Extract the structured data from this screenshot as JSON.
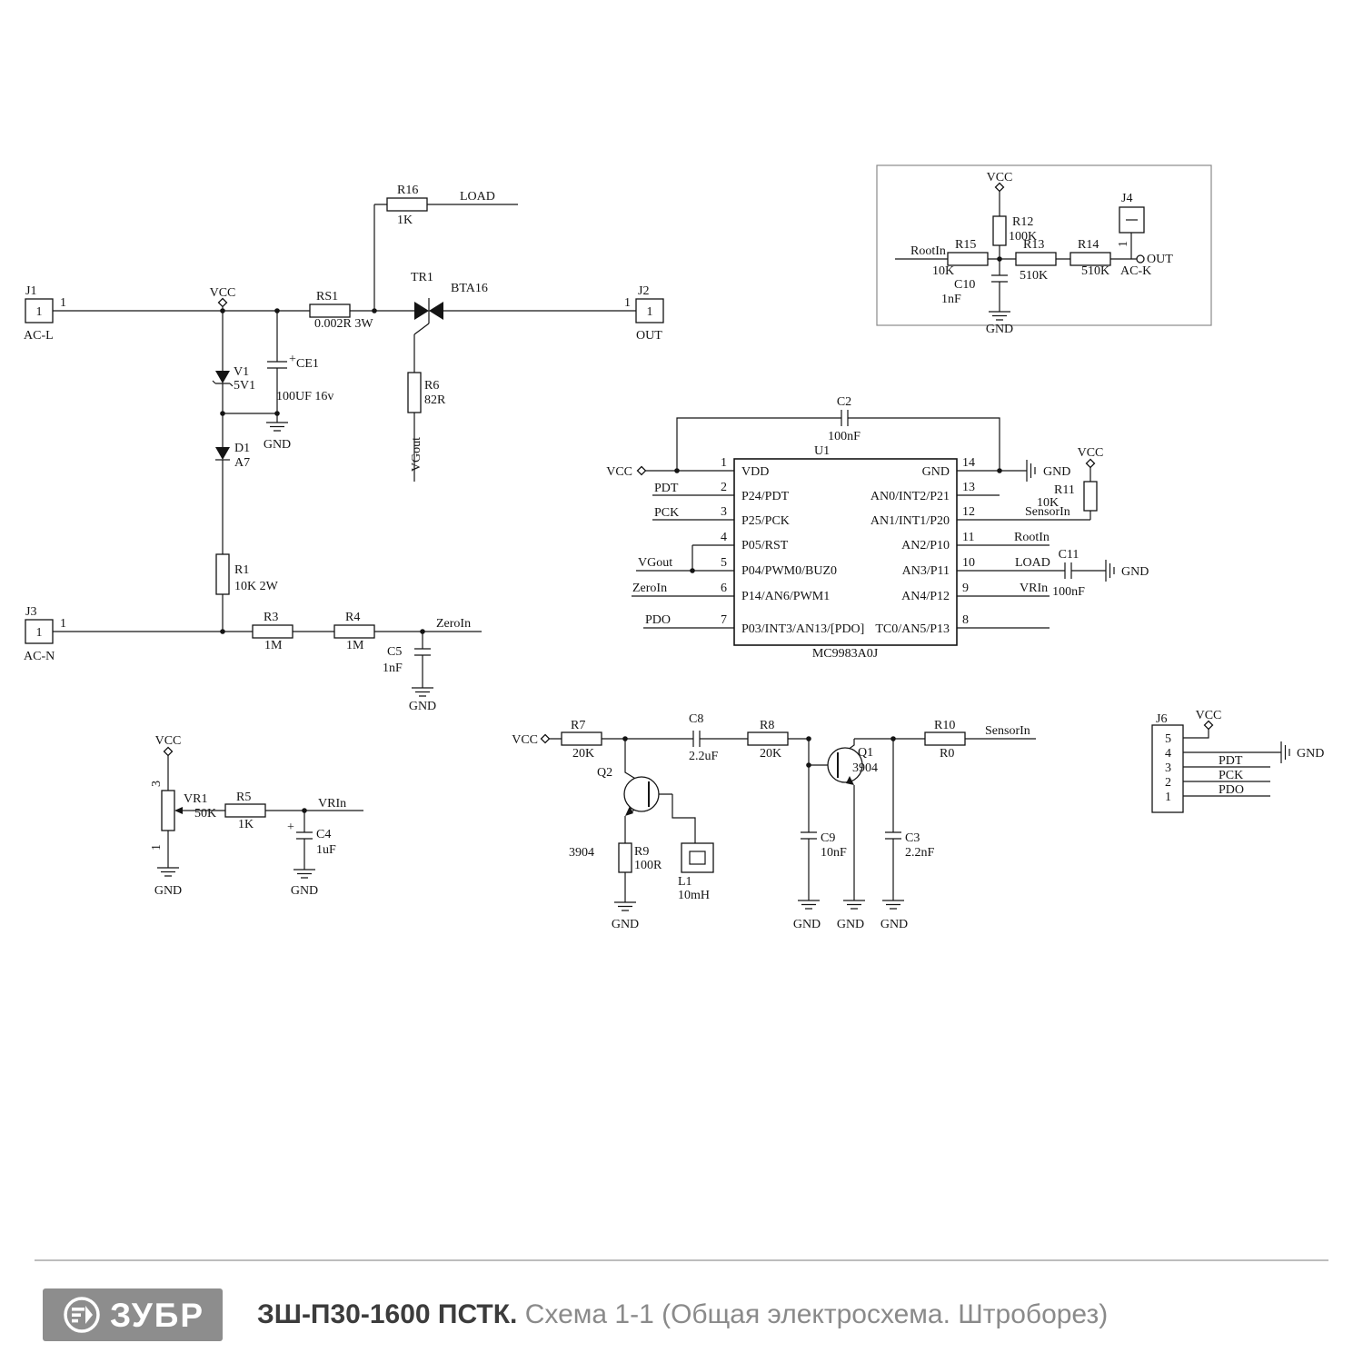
{
  "footer": {
    "logo": "ЗУБР",
    "model": "ЗШ-П30-1600 ПСТК.",
    "subtitle": "Схема 1-1 (Общая электросхема. Штроборез)"
  },
  "nets": {
    "vcc": "VCC",
    "gnd": "GND",
    "load": "LOAD",
    "zeroin": "ZeroIn",
    "vrin": "VRIn",
    "sensorin": "SensorIn",
    "rootin": "RootIn",
    "vgout": "VGout",
    "pdt": "PDT",
    "pck": "PCK",
    "pdo": "PDO",
    "out": "OUT",
    "acl": "AC-L",
    "acn": "AC-N",
    "ack": "AC-K",
    "plus": "+"
  },
  "parts": {
    "j1": {
      "ref": "J1",
      "pin": "1"
    },
    "j2": {
      "ref": "J2",
      "pin": "1"
    },
    "j3": {
      "ref": "J3",
      "pin": "1"
    },
    "j4": {
      "ref": "J4",
      "pin": "1"
    },
    "j6": {
      "ref": "J6",
      "pins": [
        "5",
        "4",
        "3",
        "2",
        "1"
      ]
    },
    "rs1": {
      "ref": "RS1",
      "val": "0.002R 3W"
    },
    "r1": {
      "ref": "R1",
      "val": "10K 2W"
    },
    "r3": {
      "ref": "R3",
      "val": "1M"
    },
    "r4": {
      "ref": "R4",
      "val": "1M"
    },
    "r5": {
      "ref": "R5",
      "val": "1K"
    },
    "r6": {
      "ref": "R6",
      "val": "82R"
    },
    "r7": {
      "ref": "R7",
      "val": "20K"
    },
    "r8": {
      "ref": "R8",
      "val": "20K"
    },
    "r9": {
      "ref": "R9",
      "val": "100R"
    },
    "r10": {
      "ref": "R10",
      "val": "R0"
    },
    "r11": {
      "ref": "R11",
      "val": "10K"
    },
    "r12": {
      "ref": "R12",
      "val": "100K"
    },
    "r13": {
      "ref": "R13",
      "val": "510K"
    },
    "r14": {
      "ref": "R14",
      "val": "510K"
    },
    "r15": {
      "ref": "R15",
      "val": "10K"
    },
    "r16": {
      "ref": "R16",
      "val": "1K"
    },
    "c2": {
      "ref": "C2",
      "val": "100nF"
    },
    "c3": {
      "ref": "C3",
      "val": "2.2nF"
    },
    "c4": {
      "ref": "C4",
      "val": "1uF"
    },
    "c5": {
      "ref": "C5",
      "val": "1nF"
    },
    "c8": {
      "ref": "C8",
      "val": "2.2uF"
    },
    "c9": {
      "ref": "C9",
      "val": "10nF"
    },
    "c10": {
      "ref": "C10",
      "val": "1nF"
    },
    "c11": {
      "ref": "C11",
      "val": "100nF"
    },
    "ce1": {
      "ref": "CE1",
      "val": "100UF 16v"
    },
    "v1": {
      "ref": "V1",
      "val": "5V1"
    },
    "d1": {
      "ref": "D1",
      "val": "A7"
    },
    "vr1": {
      "ref": "VR1",
      "val": "50K",
      "pin_top": "3",
      "pin_bot": "1"
    },
    "l1": {
      "ref": "L1",
      "val": "10mH"
    },
    "q1": {
      "ref": "Q1",
      "val": "3904"
    },
    "q2": {
      "ref": "Q2",
      "val": "3904"
    },
    "tr1": {
      "ref": "TR1",
      "val": "BTA16"
    },
    "u1": {
      "ref": "U1",
      "part": "MC9983A0J",
      "left_nums": [
        "1",
        "2",
        "3",
        "4",
        "5",
        "6",
        "7"
      ],
      "right_nums": [
        "14",
        "13",
        "12",
        "11",
        "10",
        "9",
        "8"
      ],
      "left_pins": [
        "VDD",
        "P24/PDT",
        "P25/PCK",
        "P05/RST",
        "P04/PWM0/BUZ0",
        "P14/AN6/PWM1",
        "P03/INT3/AN13/[PDO]"
      ],
      "right_pins": [
        "GND",
        "AN0/INT2/P21",
        "AN1/INT1/P20",
        "AN2/P10",
        "AN3/P11",
        "AN4/P12",
        "TC0/AN5/P13"
      ]
    }
  }
}
